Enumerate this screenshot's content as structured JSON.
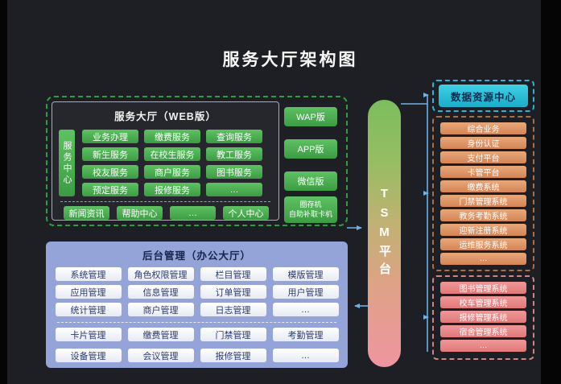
{
  "title": "服务大厅架构图",
  "service_hall": {
    "title": "服务大厅（WEB版）",
    "side_label": "服务中心",
    "grid": [
      "业务办理",
      "缴费服务",
      "查询服务",
      "新生服务",
      "在校生服务",
      "教工服务",
      "校友服务",
      "商户服务",
      "图书服务",
      "预定服务",
      "报修服务",
      "…"
    ],
    "footer": [
      "新闻资讯",
      "帮助中心",
      "…",
      "个人中心"
    ],
    "channels": [
      "WAP版",
      "APP版",
      "微信版",
      "圈存机\n自助补取卡机"
    ]
  },
  "backoffice": {
    "title": "后台管理（办公大厅）",
    "grid_top": [
      "系统管理",
      "角色权限管理",
      "栏目管理",
      "模版管理",
      "应用管理",
      "信息管理",
      "订单管理",
      "用户管理",
      "统计管理",
      "商户管理",
      "日志管理",
      "…"
    ],
    "grid_bottom": [
      "卡片管理",
      "缴费管理",
      "门禁管理",
      "考勤管理",
      "设备管理",
      "会议管理",
      "报修管理",
      "…"
    ]
  },
  "tsm_label": "TSM平台",
  "data_center_label": "数据资源中心",
  "core_systems": [
    "综合业务",
    "身份认证",
    "支付平台",
    "卡管平台",
    "缴费系统",
    "门禁管理系统",
    "教务考勤系统",
    "迎新注册系统",
    "运维服务系统",
    "…"
  ],
  "business_systems": [
    "图书管理系统",
    "校车管理系统",
    "报修管理系统",
    "宿舍管理系统",
    "…"
  ],
  "colors": {
    "service_green": "#4caf50",
    "backoffice_blue": "#94a4d8",
    "tsm_gradient_top": "#7cbd5d",
    "tsm_gradient_bottom": "#ef95a0",
    "data_center_cyan": "#25bcd8",
    "core_orange": "#dd9467",
    "business_pink": "#e98888",
    "connector_blue": "#6fb0e6"
  }
}
